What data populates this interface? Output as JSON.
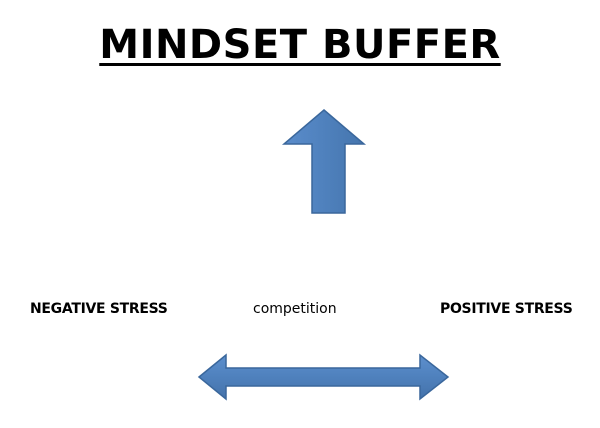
{
  "title": "MINDSET BUFFER",
  "labels": {
    "negative": "NEGATIVE STRESS",
    "middle": "competition",
    "positive": "POSITIVE STRESS"
  },
  "colors": {
    "arrow_fill": "#4f81bd",
    "arrow_stroke": "#3a679c",
    "text": "#000000",
    "background": "#ffffff"
  },
  "icons": {
    "up_arrow": "block-arrow-up-icon",
    "double_arrow": "left-right-arrow-icon"
  }
}
